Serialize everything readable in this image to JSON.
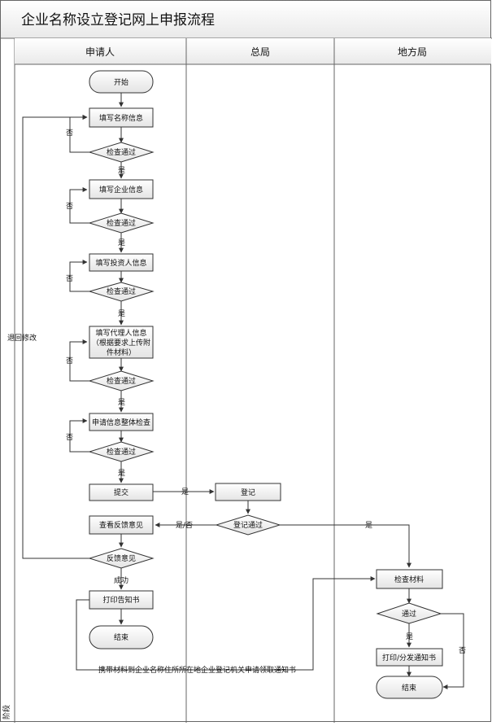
{
  "title": "企业名称设立登记网上申报流程",
  "stage_label": "阶段",
  "lanes": {
    "applicant": "申请人",
    "hq": "总局",
    "local": "地方局"
  },
  "nodes": {
    "start": "开始",
    "fill_name": "填写名称信息",
    "check1": "检查通过",
    "fill_company": "填写企业信息",
    "check2": "检查通过",
    "fill_investor": "填写投资人信息",
    "check3": "检查通过",
    "fill_agent_l1": "填写代理人信息",
    "fill_agent_l2": "（根据要求上传附",
    "fill_agent_l3": "件材料）",
    "check4": "检查通过",
    "overall_check": "申请信息整体检查",
    "check5": "检查通过",
    "submit": "提交",
    "register": "登记",
    "view_feedback": "查看反馈意见",
    "register_pass": "登记通过",
    "feedback": "反馈意见",
    "print_notice": "打印告知书",
    "end1": "结束",
    "check_materials": "检查材料",
    "pass": "通过",
    "print_distribute": "打印/分发通知书",
    "end2": "结束"
  },
  "labels": {
    "no": "否",
    "yes": "是",
    "yes_no": "是/否",
    "success": "成功",
    "return_modify": "退回修改",
    "carry_materials": "携带材料到企业名称住所所在地企业登记机关申请领取通知书"
  }
}
